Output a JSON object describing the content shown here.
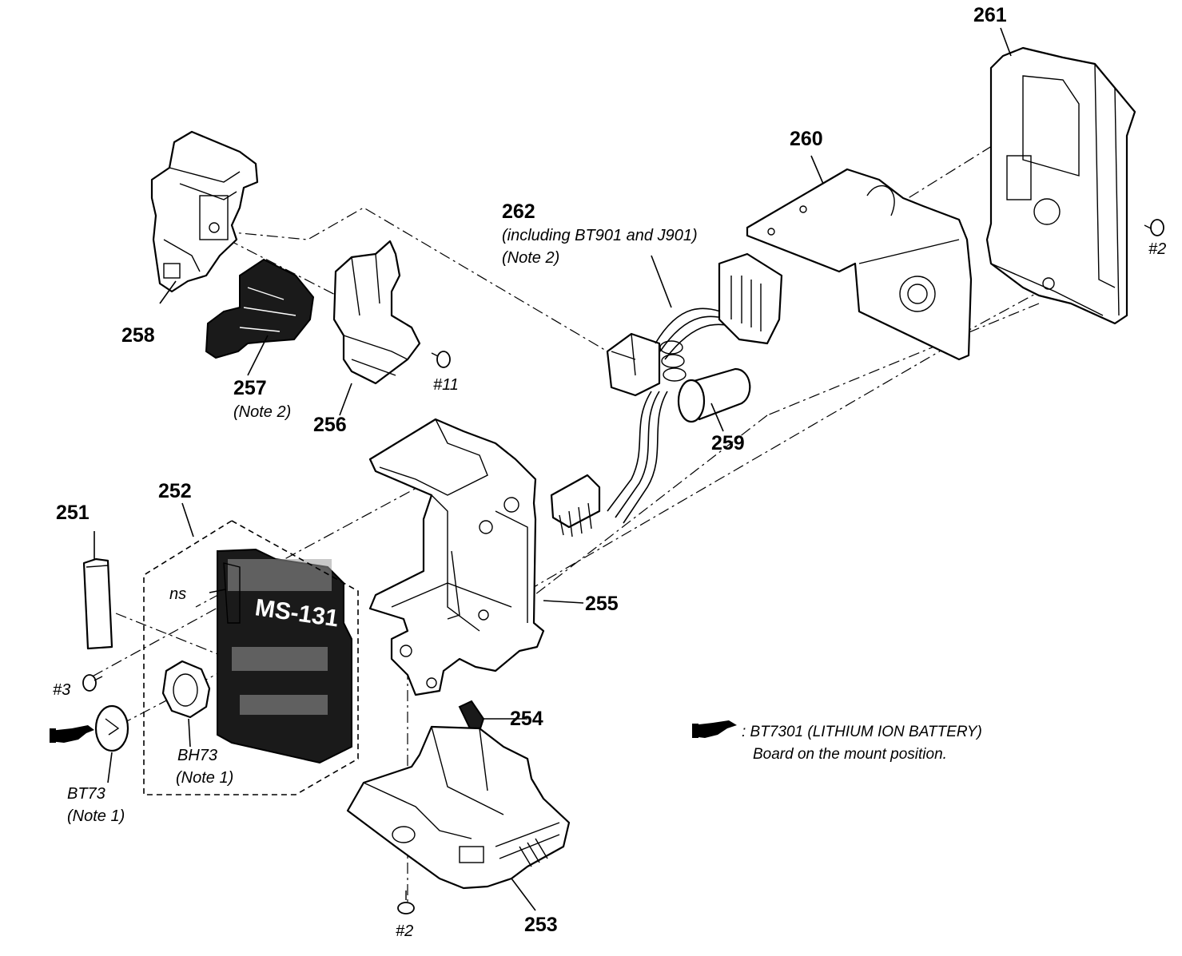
{
  "parts": {
    "p251": "251",
    "p252": "252",
    "p253": "253",
    "p254": "254",
    "p255": "255",
    "p256": "256",
    "p257": "257",
    "p258": "258",
    "p259": "259",
    "p260": "260",
    "p261": "261",
    "p262": "262",
    "bh73": "BH73",
    "bt73": "BT73",
    "ns": "ns",
    "chip_text": "MS-131"
  },
  "notes": {
    "p262_including": "(including BT901 and J901)",
    "p262_note": "(Note 2)",
    "p257_note": "(Note 2)",
    "bh73_note": "(Note 1)",
    "bt73_note": "(Note 1)"
  },
  "screws": {
    "s2_top": "#2",
    "s2_bottom": "#2",
    "s3": "#3",
    "s11": "#11"
  },
  "legend": {
    "line1": ": BT7301 (LITHIUM ION BATTERY)",
    "line2": "Board on the mount position."
  }
}
